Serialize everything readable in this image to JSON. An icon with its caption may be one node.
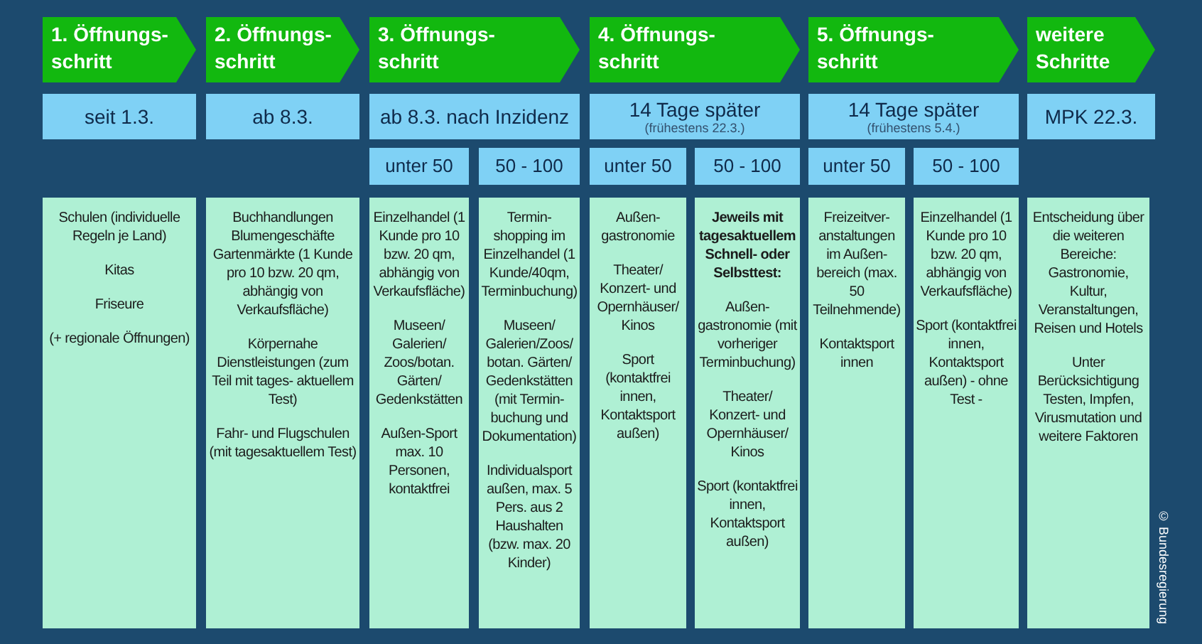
{
  "diagram": {
    "nodes": [
      {
        "text": [
          "1. Öffnungs- schritt"
        ]
      },
      {
        "text": [
          "2. Öffnungs- schritt"
        ]
      },
      {
        "text": [
          "3. Öffnungs- schritt"
        ]
      },
      {
        "text": [
          "4. Öffnungs- schritt"
        ]
      },
      {
        "text": [
          "5. Öffnungs- schritt"
        ]
      },
      {
        "text": [
          "weitere Schritte"
        ]
      },
      {
        "text": [
          "seit 1.3."
        ]
      },
      {
        "text": [
          "ab 8.3."
        ]
      },
      {
        "text": [
          "ab 8.3. nach Inzidenz"
        ]
      },
      {
        "text": [
          "14 Tage später",
          "(frühestens 22.3.)"
        ]
      },
      {
        "text": [
          "14 Tage später",
          "(frühestens 5.4.)"
        ]
      },
      {
        "text": [
          "MPK 22.3."
        ]
      },
      {
        "text": [
          "unter 50"
        ]
      },
      {
        "text": [
          "50 - 100"
        ]
      },
      {
        "text": [
          "unter 50"
        ]
      },
      {
        "text": [
          "50 - 100"
        ]
      },
      {
        "text": [
          "unter 50"
        ]
      },
      {
        "text": [
          "50 - 100"
        ]
      },
      {
        "text": [
          "Schulen (individuelle Regeln je Land)",
          "Kitas",
          "Friseure",
          "(+ regionale Öffnungen)"
        ]
      },
      {
        "text": [
          "Buchhandlungen Blumengeschäfte Gartenmärkte (1 Kunde pro 10 bzw. 20 qm, abhängig von Verkaufsfläche)",
          "Körpernahe Dienstleistungen (zum Teil mit tages- aktuellem Test)",
          "Fahr- und Flugschulen (mit tagesaktuellem Test)"
        ]
      },
      {
        "text": [
          "Einzelhandel (1 Kunde pro 10 bzw. 20 qm, abhängig von Verkaufsfläche)",
          "Museen/ Galerien/ Zoos/botan. Gärten/ Gedenkstätten",
          "Außen-Sport max. 10 Personen, kontaktfrei"
        ]
      },
      {
        "text": [
          "Termin- shopping im Einzelhandel (1 Kunde/40qm, Terminbuchung)",
          "Museen/ Galerien/Zoos/ botan. Gärten/ Gedenkstätten (mit Termin- buchung und Dokumentation)",
          "Individualsport außen, max. 5 Pers. aus 2 Haushalten (bzw. max. 20 Kinder)"
        ]
      },
      {
        "text": [
          "Außen- gastronomie",
          "Theater/ Konzert- und Opernhäuser/ Kinos",
          "Sport (kontaktfrei innen, Kontaktsport außen)"
        ]
      },
      {
        "text": [
          "Jeweils mit tagesaktuellem Schnell- oder Selbsttest:",
          "Außen- gastronomie (mit vorheriger Terminbuchung)",
          "Theater/ Konzert- und Opernhäuser/ Kinos",
          "Sport (kontaktfrei innen, Kontaktsport außen)"
        ]
      },
      {
        "text": [
          "Freizeitver- anstaltungen im Außen- bereich (max. 50 Teilnehmende)",
          "Kontaktsport innen"
        ]
      },
      {
        "text": [
          "Einzelhandel (1 Kunde pro 10 bzw. 20 qm, abhängig von Verkaufsfläche)",
          "Sport (kontaktfrei innen, Kontaktsport außen) - ohne Test -"
        ]
      },
      {
        "text": [
          "Entscheidung über die weiteren Bereiche: Gastronomie, Kultur, Veranstaltungen, Reisen und Hotels",
          "Unter Berücksichtigung Testen, Impfen, Virusmutation und weitere Faktoren"
        ]
      }
    ],
    "edges": [],
    "labels": [
      "© Bundesregierung"
    ]
  }
}
